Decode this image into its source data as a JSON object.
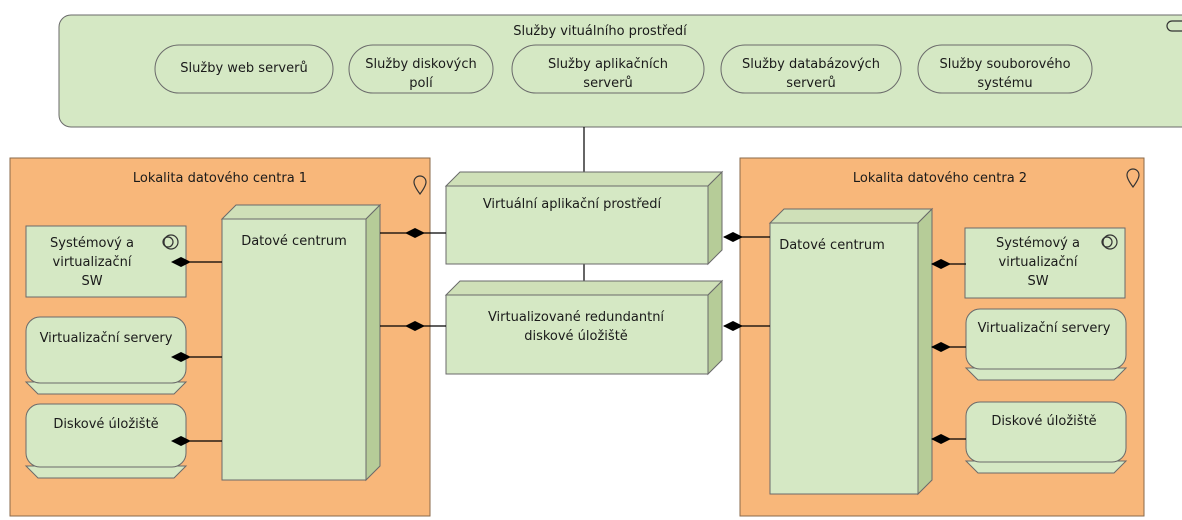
{
  "virtual_env": {
    "title": "Služby vituálního prostředí",
    "services": [
      {
        "line1": "Služby web serverů",
        "line2": ""
      },
      {
        "line1": "Služby diskových",
        "line2": "polí"
      },
      {
        "line1": "Služby aplikačních",
        "line2": "serverů"
      },
      {
        "line1": "Služby databázových",
        "line2": "serverů"
      },
      {
        "line1": "Služby souborového",
        "line2": "systému"
      }
    ]
  },
  "app_env": {
    "label": "Virtuální aplikační prostředí"
  },
  "storage": {
    "line1": "Virtualizované redundantní",
    "line2": "diskové úložiště"
  },
  "location1": {
    "title": "Lokalita datového centra 1",
    "datacenter": "Datové centrum",
    "system_sw": {
      "line1": "Systémový a",
      "line2": "virtualizační",
      "line3": "SW"
    },
    "servers": "Virtualizační servery",
    "disk": "Diskové úložiště"
  },
  "location2": {
    "title": "Lokalita datového centra 2",
    "datacenter": "Datové centrum",
    "system_sw": {
      "line1": "Systémový a",
      "line2": "virtualizační",
      "line3": "SW"
    },
    "servers": "Virtualizační servery",
    "disk": "Diskové úložiště"
  },
  "colors": {
    "green_fill": "#d5e8c4",
    "green_node": "#cfe0b8",
    "orange_fill": "#f8b77a",
    "border": "#5a5a5a"
  }
}
